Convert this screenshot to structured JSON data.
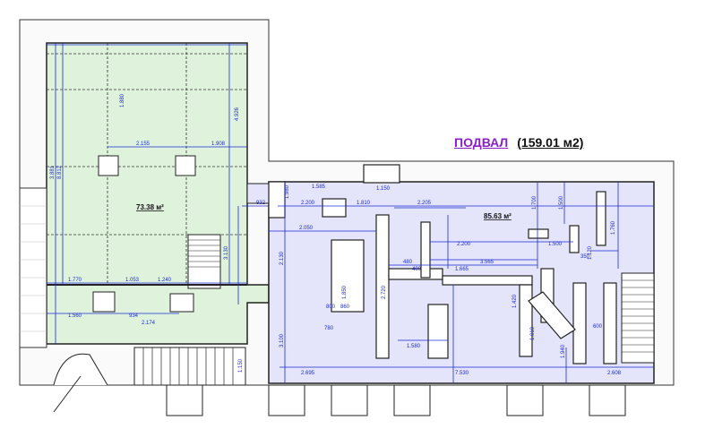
{
  "header": {
    "title": "ПОДВАЛ",
    "area_total": "(159.01 м2)"
  },
  "rooms": {
    "left_area": "73.38 м²",
    "right_area": "85.63 м²"
  },
  "colors": {
    "left_fill": "#dff2dc",
    "right_fill": "#e4e4fa",
    "wall": "#222222",
    "dimension": "#1c2bd6",
    "title_accent": "#8a1fc9"
  },
  "dims": [
    "4.926",
    "1.880",
    "2.155",
    "1.908",
    "3.881",
    "8.812",
    "3.130",
    "1.770",
    "1.053",
    "1.240",
    "1.560",
    "934",
    "2.174",
    "932",
    "2.200",
    "1.810",
    "1.150",
    "2.205",
    "2.050",
    "2.130",
    "1.585",
    "1.980",
    "2.200",
    "1.500",
    "1.700",
    "1.500",
    "1.665",
    "3.565",
    "1.850",
    "2.720",
    "1.580",
    "3.100",
    "2.695",
    "7.530",
    "2.608",
    "1.150",
    "1.420",
    "1.010",
    "1.940",
    "1.760",
    "1.120",
    "800",
    "780",
    "860",
    "600",
    "480",
    "400",
    "350"
  ]
}
